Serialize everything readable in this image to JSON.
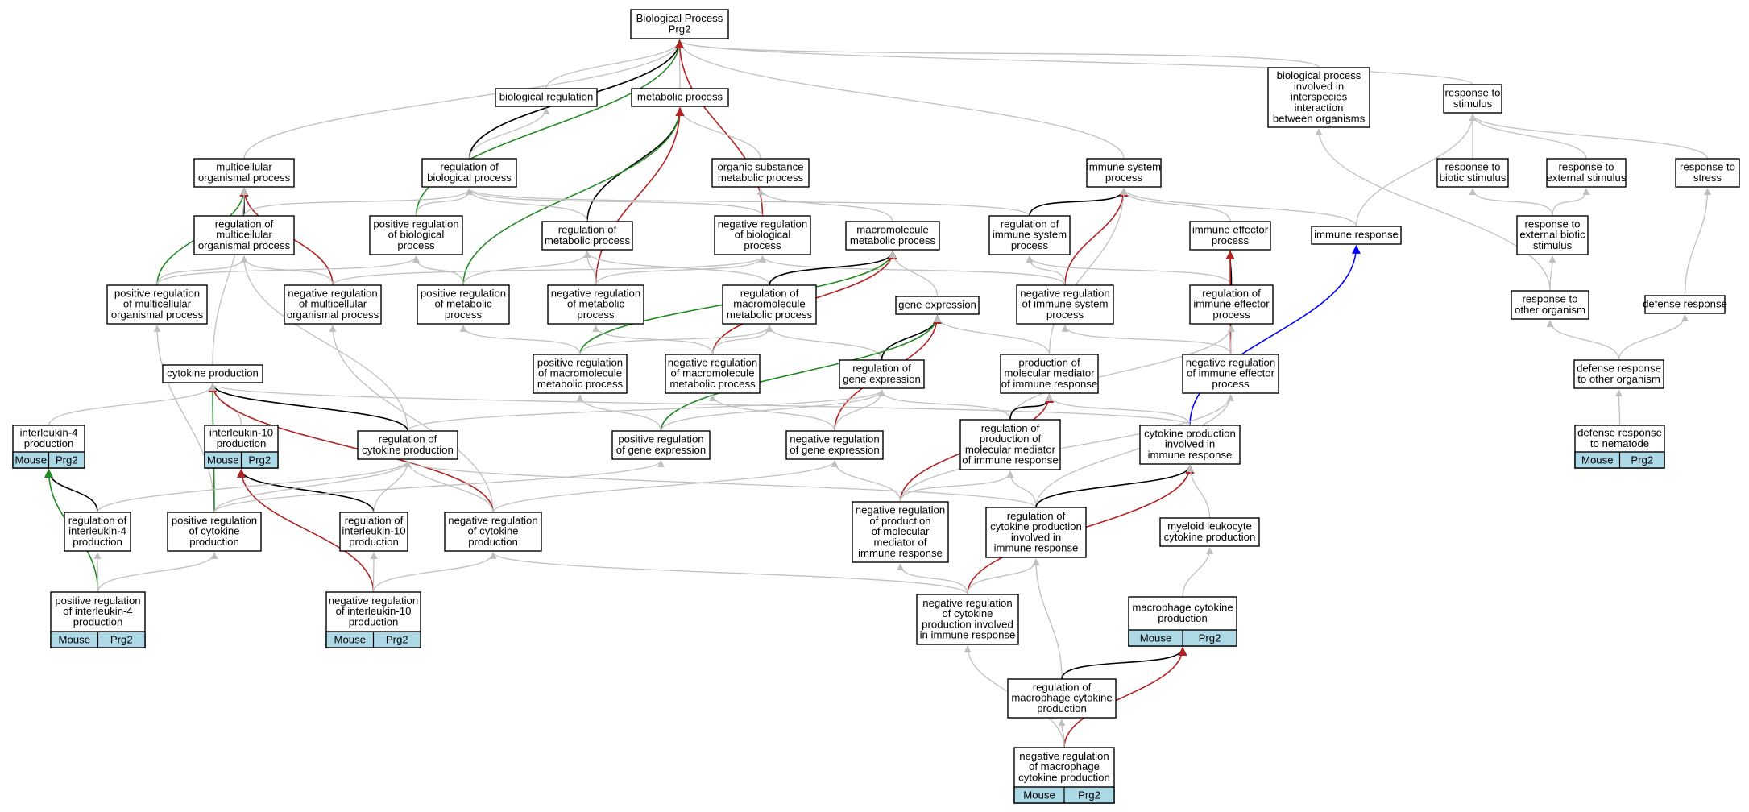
{
  "colors": {
    "edge_gray": "#c0c0c0",
    "edge_black": "#000000",
    "edge_green": "#228b22",
    "edge_red": "#b22222",
    "edge_blue": "#0000ff",
    "badge_fill": "#add8e6",
    "node_stroke": "#000000"
  },
  "nodes": [
    {
      "id": "root",
      "lines": [
        "Biological Process",
        "Prg2"
      ]
    },
    {
      "id": "bioreg",
      "lines": [
        "biological regulation"
      ]
    },
    {
      "id": "metab",
      "lines": [
        "metabolic process"
      ]
    },
    {
      "id": "interspecies",
      "lines": [
        "biological process",
        "involved in",
        "interspecies",
        "interaction",
        "between organisms"
      ]
    },
    {
      "id": "respstim",
      "lines": [
        "response to",
        "stimulus"
      ]
    },
    {
      "id": "multicell",
      "lines": [
        "multicellular",
        "organismal process"
      ]
    },
    {
      "id": "regbio",
      "lines": [
        "regulation of",
        "biological process"
      ]
    },
    {
      "id": "orgsub",
      "lines": [
        "organic substance",
        "metabolic process"
      ]
    },
    {
      "id": "immsys",
      "lines": [
        "immune system",
        "process"
      ]
    },
    {
      "id": "respbiotic",
      "lines": [
        "response to",
        "biotic stimulus"
      ]
    },
    {
      "id": "respext",
      "lines": [
        "response to",
        "external stimulus"
      ]
    },
    {
      "id": "respstress",
      "lines": [
        "response to",
        "stress"
      ]
    },
    {
      "id": "regmulti",
      "lines": [
        "regulation of",
        "multicellular",
        "organismal process"
      ]
    },
    {
      "id": "posregbio",
      "lines": [
        "positive regulation",
        "of biological",
        "process"
      ]
    },
    {
      "id": "regmetab",
      "lines": [
        "regulation of",
        "metabolic process"
      ]
    },
    {
      "id": "negregbio",
      "lines": [
        "negative regulation",
        "of biological",
        "process"
      ]
    },
    {
      "id": "macromol",
      "lines": [
        "macromolecule",
        "metabolic process"
      ]
    },
    {
      "id": "regimmsys",
      "lines": [
        "regulation of",
        "immune system",
        "process"
      ]
    },
    {
      "id": "immeff",
      "lines": [
        "immune effector",
        "process"
      ]
    },
    {
      "id": "immresp",
      "lines": [
        "immune response"
      ]
    },
    {
      "id": "respextbio",
      "lines": [
        "response to",
        "external biotic",
        "stimulus"
      ]
    },
    {
      "id": "posregmulti",
      "lines": [
        "positive regulation",
        "of multicellular",
        "organismal process"
      ]
    },
    {
      "id": "negregmulti",
      "lines": [
        "negative regulation",
        "of multicellular",
        "organismal process"
      ]
    },
    {
      "id": "posregmetab",
      "lines": [
        "positive regulation",
        "of metabolic",
        "process"
      ]
    },
    {
      "id": "negregmetab",
      "lines": [
        "negative regulation",
        "of metabolic",
        "process"
      ]
    },
    {
      "id": "regmacro",
      "lines": [
        "regulation of",
        "macromolecule",
        "metabolic process"
      ]
    },
    {
      "id": "geneexp",
      "lines": [
        "gene expression"
      ]
    },
    {
      "id": "negregimm",
      "lines": [
        "negative regulation",
        "of immune system",
        "process"
      ]
    },
    {
      "id": "regimmeff",
      "lines": [
        "regulation of",
        "immune effector",
        "process"
      ]
    },
    {
      "id": "resporg",
      "lines": [
        "response to",
        "other organism"
      ]
    },
    {
      "id": "defresp",
      "lines": [
        "defense response"
      ]
    },
    {
      "id": "cytoprod",
      "lines": [
        "cytokine production"
      ]
    },
    {
      "id": "posregmacro",
      "lines": [
        "positive regulation",
        "of macromolecule",
        "metabolic process"
      ]
    },
    {
      "id": "negregmacro",
      "lines": [
        "negative regulation",
        "of macromolecule",
        "metabolic process"
      ]
    },
    {
      "id": "reggene",
      "lines": [
        "regulation of",
        "gene expression"
      ]
    },
    {
      "id": "prodmolmed",
      "lines": [
        "production of",
        "molecular mediator",
        "of immune response"
      ]
    },
    {
      "id": "negregimmeff",
      "lines": [
        "negative regulation",
        "of immune effector",
        "process"
      ]
    },
    {
      "id": "defother",
      "lines": [
        "defense response",
        "to other organism"
      ]
    },
    {
      "id": "il4",
      "lines": [
        "interleukin-4",
        "production"
      ],
      "badge": [
        "Mouse",
        "Prg2"
      ]
    },
    {
      "id": "il10",
      "lines": [
        "interleukin-10",
        "production"
      ],
      "badge": [
        "Mouse",
        "Prg2"
      ]
    },
    {
      "id": "regcyto",
      "lines": [
        "regulation of",
        "cytokine production"
      ]
    },
    {
      "id": "posreggene",
      "lines": [
        "positive regulation",
        "of gene expression"
      ]
    },
    {
      "id": "negreggene",
      "lines": [
        "negative regulation",
        "of gene expression"
      ]
    },
    {
      "id": "regprodmol",
      "lines": [
        "regulation of",
        "production of",
        "molecular mediator",
        "of immune response"
      ]
    },
    {
      "id": "cytoimm",
      "lines": [
        "cytokine production",
        "involved in",
        "immune response"
      ]
    },
    {
      "id": "defnema",
      "lines": [
        "defense response",
        "to nematode"
      ],
      "badge": [
        "Mouse",
        "Prg2"
      ]
    },
    {
      "id": "regil4",
      "lines": [
        "regulation of",
        "interleukin-4",
        "production"
      ]
    },
    {
      "id": "posregcyto",
      "lines": [
        "positive regulation",
        "of cytokine",
        "production"
      ]
    },
    {
      "id": "regil10",
      "lines": [
        "regulation of",
        "interleukin-10",
        "production"
      ]
    },
    {
      "id": "negregcyto",
      "lines": [
        "negative regulation",
        "of cytokine",
        "production"
      ]
    },
    {
      "id": "negregprod",
      "lines": [
        "negative regulation",
        "of production",
        "of molecular",
        "mediator of",
        "immune response"
      ]
    },
    {
      "id": "regcytoimm",
      "lines": [
        "regulation of",
        "cytokine production",
        "involved in",
        "immune response"
      ]
    },
    {
      "id": "myeloid",
      "lines": [
        "myeloid leukocyte",
        "cytokine production"
      ]
    },
    {
      "id": "posregil4",
      "lines": [
        "positive regulation",
        "of interleukin-4",
        "production"
      ],
      "badge": [
        "Mouse",
        "Prg2"
      ]
    },
    {
      "id": "negregil10",
      "lines": [
        "negative regulation",
        "of interleukin-10",
        "production"
      ],
      "badge": [
        "Mouse",
        "Prg2"
      ]
    },
    {
      "id": "negregcytoimm",
      "lines": [
        "negative regulation",
        "of cytokine",
        "production involved",
        "in immune response"
      ]
    },
    {
      "id": "macrocyto",
      "lines": [
        "macrophage cytokine",
        "production"
      ],
      "badge": [
        "Mouse",
        "Prg2"
      ]
    },
    {
      "id": "regmacrocyto",
      "lines": [
        "regulation of",
        "macrophage cytokine",
        "production"
      ]
    },
    {
      "id": "negregmacrocyto",
      "lines": [
        "negative regulation",
        "of macrophage",
        "cytokine production"
      ],
      "badge": [
        "Mouse",
        "Prg2"
      ]
    }
  ],
  "edges": [
    {
      "from": "bioreg",
      "to": "root",
      "kind": "is_a"
    },
    {
      "from": "metab",
      "to": "root",
      "kind": "is_a"
    },
    {
      "from": "multicell",
      "to": "root",
      "kind": "is_a"
    },
    {
      "from": "interspecies",
      "to": "root",
      "kind": "is_a"
    },
    {
      "from": "respstim",
      "to": "root",
      "kind": "is_a"
    },
    {
      "from": "immsys",
      "to": "root",
      "kind": "is_a"
    },
    {
      "from": "regbio",
      "to": "root",
      "kind": "regulates"
    },
    {
      "from": "posregbio",
      "to": "root",
      "kind": "positively_regulates"
    },
    {
      "from": "negregbio",
      "to": "root",
      "kind": "negatively_regulates"
    },
    {
      "from": "regbio",
      "to": "bioreg",
      "kind": "is_a"
    },
    {
      "from": "orgsub",
      "to": "metab",
      "kind": "is_a"
    },
    {
      "from": "regmetab",
      "to": "metab",
      "kind": "regulates"
    },
    {
      "from": "posregmetab",
      "to": "metab",
      "kind": "positively_regulates"
    },
    {
      "from": "negregmetab",
      "to": "metab",
      "kind": "negatively_regulates"
    },
    {
      "from": "respbiotic",
      "to": "respstim",
      "kind": "is_a"
    },
    {
      "from": "respext",
      "to": "respstim",
      "kind": "is_a"
    },
    {
      "from": "respstress",
      "to": "respstim",
      "kind": "is_a"
    },
    {
      "from": "immresp",
      "to": "respstim",
      "kind": "is_a"
    },
    {
      "from": "regmulti",
      "to": "multicell",
      "kind": "regulates"
    },
    {
      "from": "posregmulti",
      "to": "multicell",
      "kind": "positively_regulates"
    },
    {
      "from": "negregmulti",
      "to": "multicell",
      "kind": "negatively_regulates"
    },
    {
      "from": "cytoprod",
      "to": "multicell",
      "kind": "is_a"
    },
    {
      "from": "regmulti",
      "to": "regbio",
      "kind": "is_a"
    },
    {
      "from": "posregbio",
      "to": "regbio",
      "kind": "is_a"
    },
    {
      "from": "regmetab",
      "to": "regbio",
      "kind": "is_a"
    },
    {
      "from": "negregbio",
      "to": "regbio",
      "kind": "is_a"
    },
    {
      "from": "regimmsys",
      "to": "regbio",
      "kind": "is_a"
    },
    {
      "from": "macromol",
      "to": "orgsub",
      "kind": "is_a"
    },
    {
      "from": "regimmsys",
      "to": "immsys",
      "kind": "regulates"
    },
    {
      "from": "negregimm",
      "to": "immsys",
      "kind": "negatively_regulates"
    },
    {
      "from": "immeff",
      "to": "immsys",
      "kind": "is_a"
    },
    {
      "from": "immresp",
      "to": "immsys",
      "kind": "is_a"
    },
    {
      "from": "prodmolmed",
      "to": "immsys",
      "kind": "is_a"
    },
    {
      "from": "respextbio",
      "to": "respbiotic",
      "kind": "is_a"
    },
    {
      "from": "respextbio",
      "to": "respext",
      "kind": "is_a"
    },
    {
      "from": "defresp",
      "to": "respstress",
      "kind": "is_a"
    },
    {
      "from": "posregmulti",
      "to": "regmulti",
      "kind": "is_a"
    },
    {
      "from": "negregmulti",
      "to": "regmulti",
      "kind": "is_a"
    },
    {
      "from": "regcyto",
      "to": "regmulti",
      "kind": "is_a"
    },
    {
      "from": "posregmulti",
      "to": "posregbio",
      "kind": "is_a"
    },
    {
      "from": "posregmetab",
      "to": "posregbio",
      "kind": "is_a"
    },
    {
      "from": "posregmetab",
      "to": "regmetab",
      "kind": "is_a"
    },
    {
      "from": "negregmetab",
      "to": "regmetab",
      "kind": "is_a"
    },
    {
      "from": "regmacro",
      "to": "regmetab",
      "kind": "is_a"
    },
    {
      "from": "negregmulti",
      "to": "negregbio",
      "kind": "is_a"
    },
    {
      "from": "negregmetab",
      "to": "negregbio",
      "kind": "is_a"
    },
    {
      "from": "negregimm",
      "to": "negregbio",
      "kind": "is_a"
    },
    {
      "from": "regmacro",
      "to": "macromol",
      "kind": "regulates"
    },
    {
      "from": "posregmacro",
      "to": "macromol",
      "kind": "positively_regulates"
    },
    {
      "from": "negregmacro",
      "to": "macromol",
      "kind": "negatively_regulates"
    },
    {
      "from": "geneexp",
      "to": "macromol",
      "kind": "is_a"
    },
    {
      "from": "negregimm",
      "to": "regimmsys",
      "kind": "is_a"
    },
    {
      "from": "regimmeff",
      "to": "regimmsys",
      "kind": "is_a"
    },
    {
      "from": "regimmeff",
      "to": "immeff",
      "kind": "regulates"
    },
    {
      "from": "negregimmeff",
      "to": "immeff",
      "kind": "negatively_regulates"
    },
    {
      "from": "cytoimm",
      "to": "immresp",
      "kind": "part_of"
    },
    {
      "from": "resporg",
      "to": "respextbio",
      "kind": "is_a"
    },
    {
      "from": "resporg",
      "to": "interspecies",
      "kind": "is_a"
    },
    {
      "from": "defother",
      "to": "resporg",
      "kind": "is_a"
    },
    {
      "from": "defother",
      "to": "defresp",
      "kind": "is_a"
    },
    {
      "from": "defnema",
      "to": "defother",
      "kind": "is_a"
    },
    {
      "from": "posregcyto",
      "to": "posregmulti",
      "kind": "is_a"
    },
    {
      "from": "negregcyto",
      "to": "negregmulti",
      "kind": "is_a"
    },
    {
      "from": "posregmacro",
      "to": "posregmetab",
      "kind": "is_a"
    },
    {
      "from": "negregmacro",
      "to": "negregmetab",
      "kind": "is_a"
    },
    {
      "from": "posregmacro",
      "to": "regmacro",
      "kind": "is_a"
    },
    {
      "from": "negregmacro",
      "to": "regmacro",
      "kind": "is_a"
    },
    {
      "from": "reggene",
      "to": "regmacro",
      "kind": "is_a"
    },
    {
      "from": "reggene",
      "to": "geneexp",
      "kind": "regulates"
    },
    {
      "from": "posreggene",
      "to": "geneexp",
      "kind": "positively_regulates"
    },
    {
      "from": "negreggene",
      "to": "geneexp",
      "kind": "negatively_regulates"
    },
    {
      "from": "prodmolmed",
      "to": "geneexp",
      "kind": "is_a"
    },
    {
      "from": "negregimmeff",
      "to": "negregimm",
      "kind": "is_a"
    },
    {
      "from": "negregimmeff",
      "to": "regimmeff",
      "kind": "is_a"
    },
    {
      "from": "regprodmol",
      "to": "regimmeff",
      "kind": "is_a"
    },
    {
      "from": "il4",
      "to": "cytoprod",
      "kind": "is_a"
    },
    {
      "from": "il10",
      "to": "cytoprod",
      "kind": "is_a"
    },
    {
      "from": "regcyto",
      "to": "cytoprod",
      "kind": "regulates"
    },
    {
      "from": "posregcyto",
      "to": "cytoprod",
      "kind": "positively_regulates"
    },
    {
      "from": "negregcyto",
      "to": "cytoprod",
      "kind": "negatively_regulates"
    },
    {
      "from": "cytoimm",
      "to": "cytoprod",
      "kind": "is_a"
    },
    {
      "from": "posreggene",
      "to": "posregmacro",
      "kind": "is_a"
    },
    {
      "from": "negreggene",
      "to": "negregmacro",
      "kind": "is_a"
    },
    {
      "from": "posreggene",
      "to": "reggene",
      "kind": "is_a"
    },
    {
      "from": "negreggene",
      "to": "reggene",
      "kind": "is_a"
    },
    {
      "from": "regcyto",
      "to": "reggene",
      "kind": "is_a"
    },
    {
      "from": "regprodmol",
      "to": "reggene",
      "kind": "is_a"
    },
    {
      "from": "regprodmol",
      "to": "prodmolmed",
      "kind": "regulates"
    },
    {
      "from": "negregprod",
      "to": "prodmolmed",
      "kind": "negatively_regulates"
    },
    {
      "from": "cytoimm",
      "to": "prodmolmed",
      "kind": "is_a"
    },
    {
      "from": "negregprod",
      "to": "negregimmeff",
      "kind": "is_a"
    },
    {
      "from": "regcytoimm",
      "to": "negregimmeff",
      "kind": "is_a"
    },
    {
      "from": "regil4",
      "to": "il4",
      "kind": "regulates"
    },
    {
      "from": "posregil4",
      "to": "il4",
      "kind": "positively_regulates"
    },
    {
      "from": "regil10",
      "to": "il10",
      "kind": "regulates"
    },
    {
      "from": "negregil10",
      "to": "il10",
      "kind": "negatively_regulates"
    },
    {
      "from": "regil4",
      "to": "regcyto",
      "kind": "is_a"
    },
    {
      "from": "posregcyto",
      "to": "regcyto",
      "kind": "is_a"
    },
    {
      "from": "regil10",
      "to": "regcyto",
      "kind": "is_a"
    },
    {
      "from": "negregcyto",
      "to": "regcyto",
      "kind": "is_a"
    },
    {
      "from": "regcytoimm",
      "to": "regcyto",
      "kind": "is_a"
    },
    {
      "from": "posregcyto",
      "to": "posreggene",
      "kind": "is_a"
    },
    {
      "from": "negregcyto",
      "to": "negreggene",
      "kind": "is_a"
    },
    {
      "from": "negregprod",
      "to": "negreggene",
      "kind": "is_a"
    },
    {
      "from": "negregprod",
      "to": "regprodmol",
      "kind": "is_a"
    },
    {
      "from": "regcytoimm",
      "to": "regprodmol",
      "kind": "is_a"
    },
    {
      "from": "regcytoimm",
      "to": "cytoimm",
      "kind": "regulates"
    },
    {
      "from": "negregcytoimm",
      "to": "cytoimm",
      "kind": "negatively_regulates"
    },
    {
      "from": "myeloid",
      "to": "cytoimm",
      "kind": "is_a"
    },
    {
      "from": "posregil4",
      "to": "regil4",
      "kind": "is_a"
    },
    {
      "from": "posregil4",
      "to": "posregcyto",
      "kind": "is_a"
    },
    {
      "from": "negregil10",
      "to": "regil10",
      "kind": "is_a"
    },
    {
      "from": "negregil10",
      "to": "negregcyto",
      "kind": "is_a"
    },
    {
      "from": "negregcytoimm",
      "to": "negregcyto",
      "kind": "is_a"
    },
    {
      "from": "negregcytoimm",
      "to": "negregprod",
      "kind": "is_a"
    },
    {
      "from": "negregcytoimm",
      "to": "regcytoimm",
      "kind": "is_a"
    },
    {
      "from": "macrocyto",
      "to": "myeloid",
      "kind": "is_a"
    },
    {
      "from": "regmacrocyto",
      "to": "regcytoimm",
      "kind": "is_a"
    },
    {
      "from": "regmacrocyto",
      "to": "macrocyto",
      "kind": "regulates"
    },
    {
      "from": "negregmacrocyto",
      "to": "macrocyto",
      "kind": "negatively_regulates"
    },
    {
      "from": "negregmacrocyto",
      "to": "regmacrocyto",
      "kind": "is_a"
    },
    {
      "from": "negregmacrocyto",
      "to": "negregcytoimm",
      "kind": "is_a"
    }
  ]
}
